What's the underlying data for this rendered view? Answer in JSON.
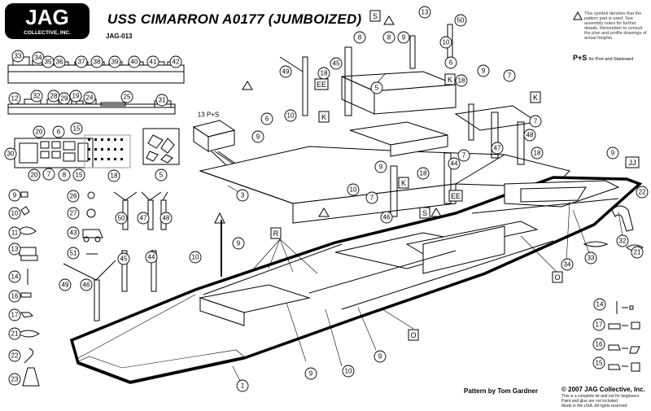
{
  "brand": {
    "name": "JAG",
    "subtitle": "COLLECTIVE, INC."
  },
  "header": {
    "title": "USS CIMARRON A0177 (JUMBOIZED)",
    "catalog_number": "JAG-013"
  },
  "legend": {
    "triangle_text": "This symbol denotes that the pattern part is used. See assembly notes for further details. Remember to consult the plan and profile drawings of actual heights.",
    "ps_symbol": "P+S",
    "ps_text": "for Port and Starboard"
  },
  "credits": {
    "pattern_by": "Pattern by Tom Gardner",
    "copyright": "© 2007 JAG Collective, Inc.",
    "note_1": "This is a complete kit and not for beginners",
    "note_2": "Paint and glue are not included",
    "note_3": "Made in the USA. All rights reserved"
  },
  "part_labels": {
    "p1": "1",
    "p3": "3",
    "p5": "5",
    "p6": "6",
    "p7": "7",
    "p8": "8",
    "p9": "9",
    "p10": "10",
    "p11": "11",
    "p12": "12",
    "p13": "13",
    "p14": "14",
    "p15": "15",
    "p16": "16",
    "p17": "17",
    "p18": "18",
    "p19": "19",
    "p20": "20",
    "p21": "21",
    "p22": "22",
    "p23": "23",
    "p24": "24",
    "p25": "25",
    "p26": "26",
    "p27": "27",
    "p28": "28",
    "p29": "29",
    "p30": "30",
    "p31": "31",
    "p32": "32",
    "p33": "33",
    "p34": "34",
    "p35": "35",
    "p36": "36",
    "p37": "37",
    "p38": "38",
    "p39": "39",
    "p40": "40",
    "p41": "41",
    "p42": "42",
    "p43": "43",
    "p44": "44",
    "p45": "45",
    "p46": "46",
    "p47": "47",
    "p48": "48",
    "p49": "49",
    "p50": "50",
    "p51": "51"
  },
  "letter_labels": {
    "K": "K",
    "S": "S",
    "EE": "EE",
    "JJ": "JJ",
    "O": "O",
    "R": "R"
  },
  "callouts": {
    "p13_ps": "13 P+S"
  }
}
